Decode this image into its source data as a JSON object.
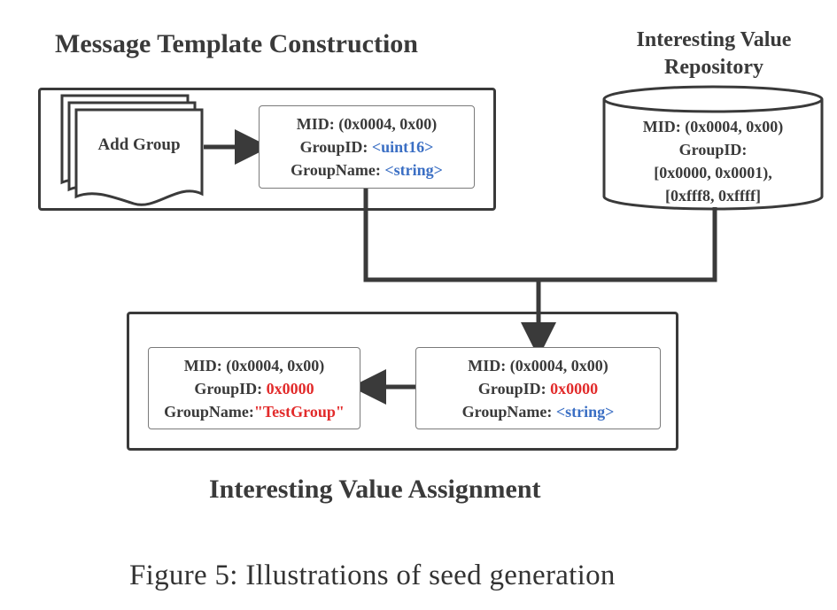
{
  "titles": {
    "construction": "Message Template Construction",
    "repository": [
      "Interesting Value",
      "Repository"
    ],
    "assignment": "Interesting Value Assignment"
  },
  "document_stack": {
    "label": "Add Group"
  },
  "template_card": {
    "mid": "MID: (0x0004, 0x00)",
    "groupid_label": "GroupID: ",
    "groupid_value": "<uint16>",
    "groupname_label": "GroupName: ",
    "groupname_value": "<string>"
  },
  "repository_card": {
    "mid": "MID: (0x0004, 0x00)",
    "groupid_label": "GroupID:",
    "range1": "[0x0000, 0x0001),",
    "range2": "[0xfff8, 0xffff]"
  },
  "assign_right_card": {
    "mid": "MID: (0x0004, 0x00)",
    "groupid_label": "GroupID: ",
    "groupid_value": "0x0000",
    "groupname_label": "GroupName: ",
    "groupname_value": "<string>"
  },
  "assign_left_card": {
    "mid": "MID: (0x0004, 0x00)",
    "groupid_label": "GroupID: ",
    "groupid_value": "0x0000",
    "groupname_label": "GroupName:",
    "groupname_value": "\"TestGroup\""
  },
  "caption": "Figure 5: Illustrations of seed generation",
  "colors": {
    "type_placeholder": "#3b6fc4",
    "assigned_value": "#e22b2b",
    "stroke": "#3a3a3a"
  }
}
